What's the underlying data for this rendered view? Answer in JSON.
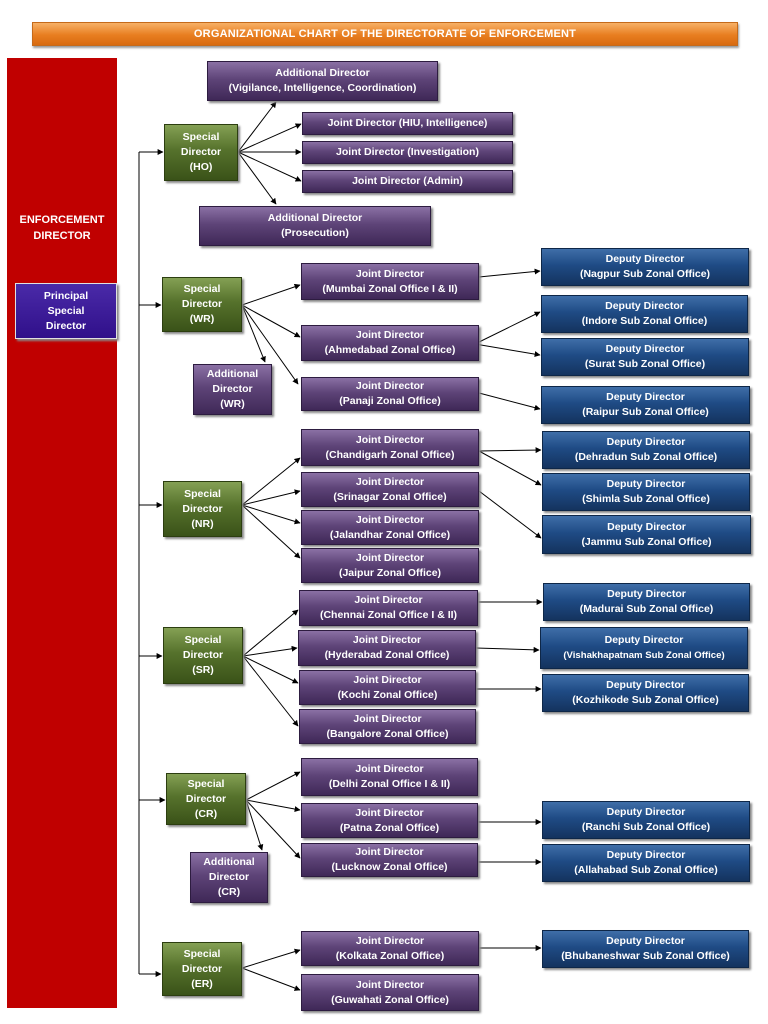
{
  "title": "ORGANIZATIONAL CHART OF THE DIRECTORATE OF ENFORCEMENT",
  "enforcement_director": "ENFORCEMENT DIRECTOR",
  "principal_special_director": [
    "Principal",
    "Special",
    "Director"
  ],
  "special_directors": {
    "ho": [
      "Special",
      "Director",
      "(HO)"
    ],
    "wr": [
      "Special",
      "Director",
      "(WR)"
    ],
    "nr": [
      "Special",
      "Director",
      "(NR)"
    ],
    "sr": [
      "Special",
      "Director",
      "(SR)"
    ],
    "cr": [
      "Special",
      "Director",
      "(CR)"
    ],
    "er": [
      "Special",
      "Director",
      "(ER)"
    ]
  },
  "additional_directors": {
    "vigilance": [
      "Additional Director",
      "(Vigilance, Intelligence, Coordination)"
    ],
    "prosecution": [
      "Additional Director",
      "(Prosecution)"
    ],
    "wr": [
      "Additional",
      "Director",
      "(WR)"
    ],
    "cr": [
      "Additional",
      "Director",
      "(CR)"
    ]
  },
  "joint_directors": {
    "hiu": [
      "Joint Director  (HIU, Intelligence)"
    ],
    "investigation": [
      "Joint Director (Investigation)"
    ],
    "admin": [
      "Joint Director (Admin)"
    ],
    "mumbai": [
      "Joint Director",
      "(Mumbai Zonal Office I & II)"
    ],
    "ahmedabad": [
      "Joint Director",
      "(Ahmedabad Zonal Office)"
    ],
    "panaji": [
      "Joint Director",
      "(Panaji Zonal Office)"
    ],
    "chandigarh": [
      "Joint Director",
      "(Chandigarh Zonal Office)"
    ],
    "srinagar": [
      "Joint Director",
      "(Srinagar Zonal Office)"
    ],
    "jalandhar": [
      "Joint Director",
      "(Jalandhar Zonal Office)"
    ],
    "jaipur": [
      "Joint Director",
      "(Jaipur Zonal Office)"
    ],
    "chennai": [
      "Joint Director",
      "(Chennai Zonal Office I & II)"
    ],
    "hyderabad": [
      "Joint Director",
      "(Hyderabad Zonal Office)"
    ],
    "kochi": [
      "Joint Director",
      "(Kochi Zonal Office)"
    ],
    "bangalore": [
      "Joint Director",
      "(Bangalore Zonal Office)"
    ],
    "delhi": [
      "Joint Director",
      "(Delhi Zonal Office I & II)"
    ],
    "patna": [
      "Joint Director",
      "(Patna Zonal Office)"
    ],
    "lucknow": [
      "Joint Director",
      "(Lucknow Zonal Office)"
    ],
    "kolkata": [
      "Joint Director",
      "(Kolkata Zonal Office)"
    ],
    "guwahati": [
      "Joint Director",
      "(Guwahati Zonal Office)"
    ]
  },
  "deputy_directors": {
    "nagpur": [
      "Deputy Director",
      "(Nagpur Sub Zonal Office)"
    ],
    "indore": [
      "Deputy Director",
      "(Indore Sub Zonal Office)"
    ],
    "surat": [
      "Deputy Director",
      "(Surat Sub Zonal Office)"
    ],
    "raipur": [
      "Deputy Director",
      "(Raipur Sub Zonal Office)"
    ],
    "dehradun": [
      "Deputy Director",
      "(Dehradun Sub Zonal Office)"
    ],
    "shimla": [
      "Deputy Director",
      "(Shimla Sub Zonal Office)"
    ],
    "jammu": [
      "Deputy Director",
      "(Jammu Sub Zonal Office)"
    ],
    "madurai": [
      "Deputy Director",
      "(Madurai Sub Zonal Office)"
    ],
    "vishakhapatnam": [
      "Deputy Director",
      "(Vishakhapatnam Sub Zonal Office)"
    ],
    "kozhikode": [
      "Deputy Director",
      "(Kozhikode Sub Zonal Office)"
    ],
    "ranchi": [
      "Deputy Director",
      "(Ranchi Sub Zonal Office)"
    ],
    "allahabad": [
      "Deputy Director",
      "(Allahabad Sub Zonal Office)"
    ],
    "bhubaneshwar": [
      "Deputy Director",
      "(Bhubaneshwar Sub Zonal Office)"
    ]
  },
  "colors": {
    "banner": "#e87e20",
    "sidebar": "#c00000",
    "special_director": "#56722c",
    "joint_additional_director": "#5e4478",
    "deputy_director": "#1f4b85",
    "principal_special_director": "#30108a"
  }
}
